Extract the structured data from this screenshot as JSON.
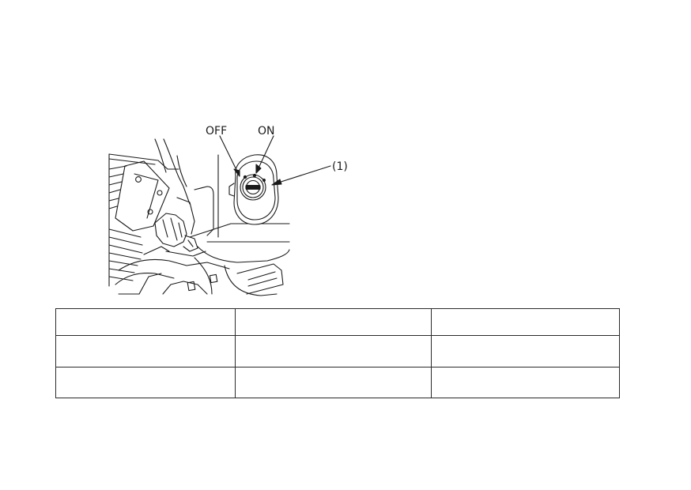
{
  "figure": {
    "labels": {
      "off": "OFF",
      "on": "ON",
      "callout": "(1)"
    }
  },
  "table": {
    "rows": [
      [
        "",
        "",
        ""
      ],
      [
        "",
        "",
        ""
      ],
      [
        "",
        "",
        ""
      ]
    ]
  }
}
